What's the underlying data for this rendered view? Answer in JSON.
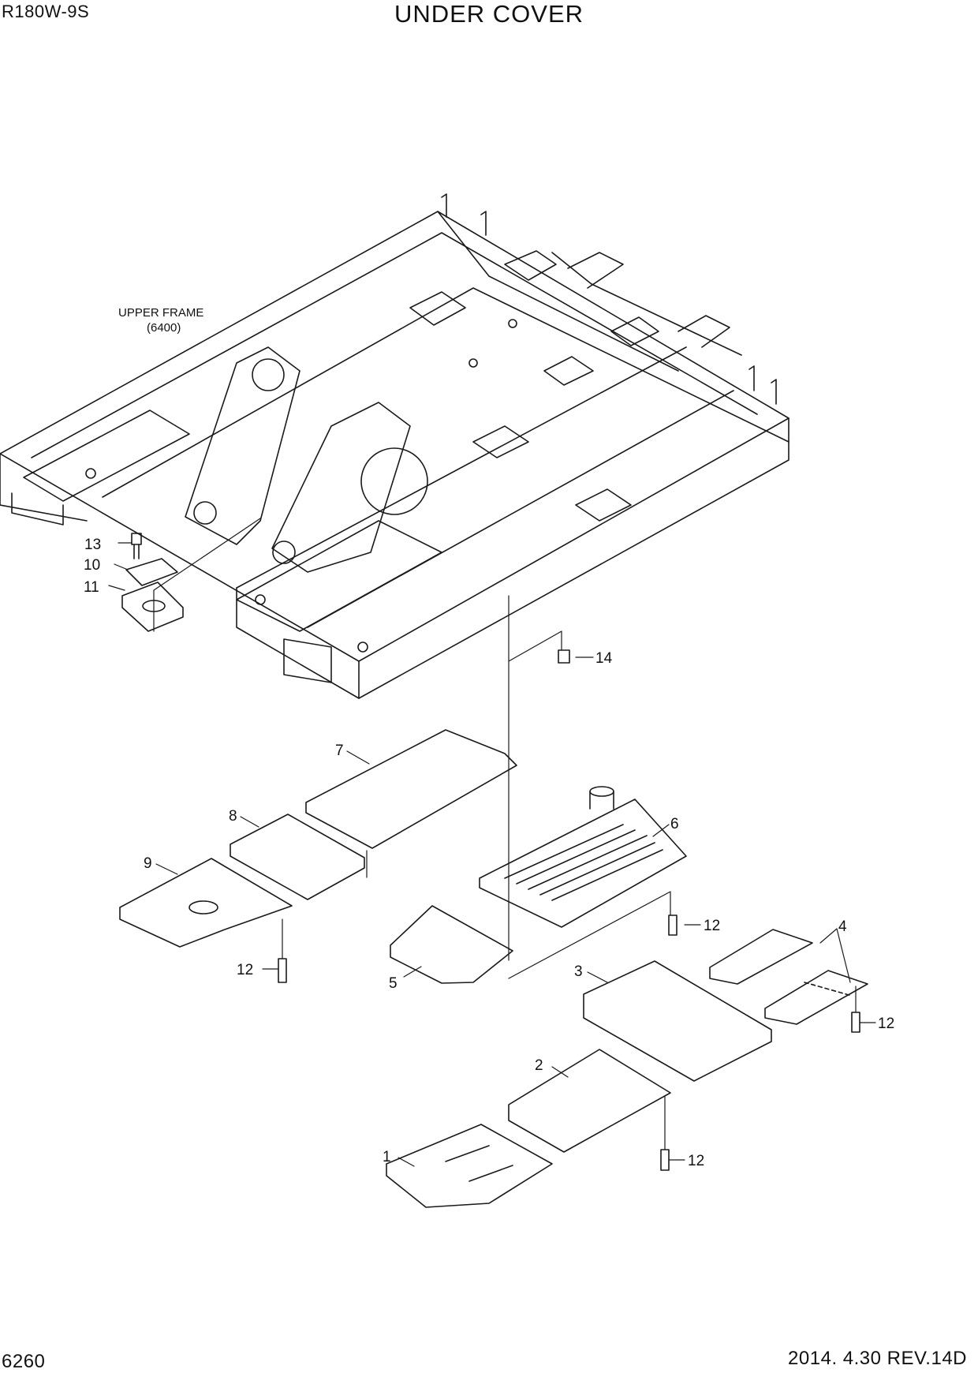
{
  "header": {
    "model": "R180W-9S",
    "title": "UNDER COVER"
  },
  "footer": {
    "page": "6260",
    "revision": "2014. 4.30  REV.14D"
  },
  "reference": {
    "line1": "UPPER FRAME",
    "line2": "(6400)"
  },
  "callouts": [
    "1",
    "2",
    "3",
    "4",
    "5",
    "6",
    "7",
    "8",
    "9",
    "10",
    "11",
    "12",
    "13",
    "14"
  ],
  "colors": {
    "line": "#1a1a1a",
    "background": "#ffffff"
  }
}
